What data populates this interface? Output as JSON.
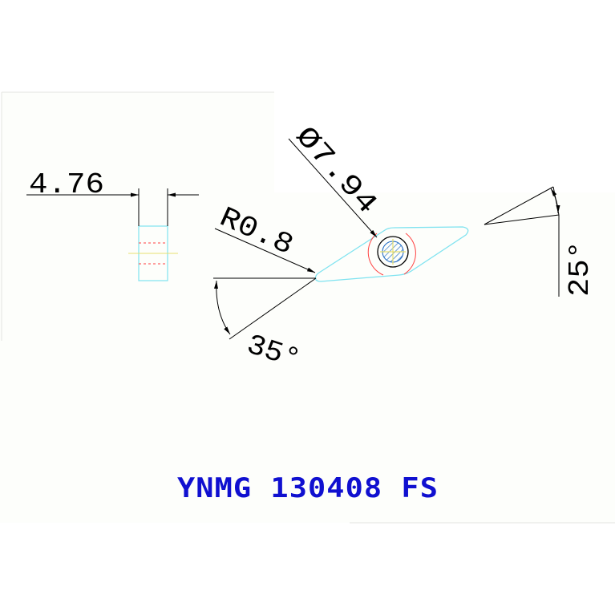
{
  "drawing": {
    "part_code": "YNMG 130408 FS",
    "dimensions": {
      "thickness": "4.76",
      "hole_diameter": "Ø7.94",
      "corner_radius": "R0.8",
      "included_angle": "35°",
      "clearance_angle": "25°"
    }
  },
  "colors": {
    "background": "#ffffff",
    "panel": "#fdfefb",
    "dimension": "#000000",
    "insert_outline": "#7fe3f0",
    "hidden_line": "#ff4040",
    "centerline": "#e8e070",
    "hatch": "#1060c0",
    "title": "#1010d0"
  }
}
